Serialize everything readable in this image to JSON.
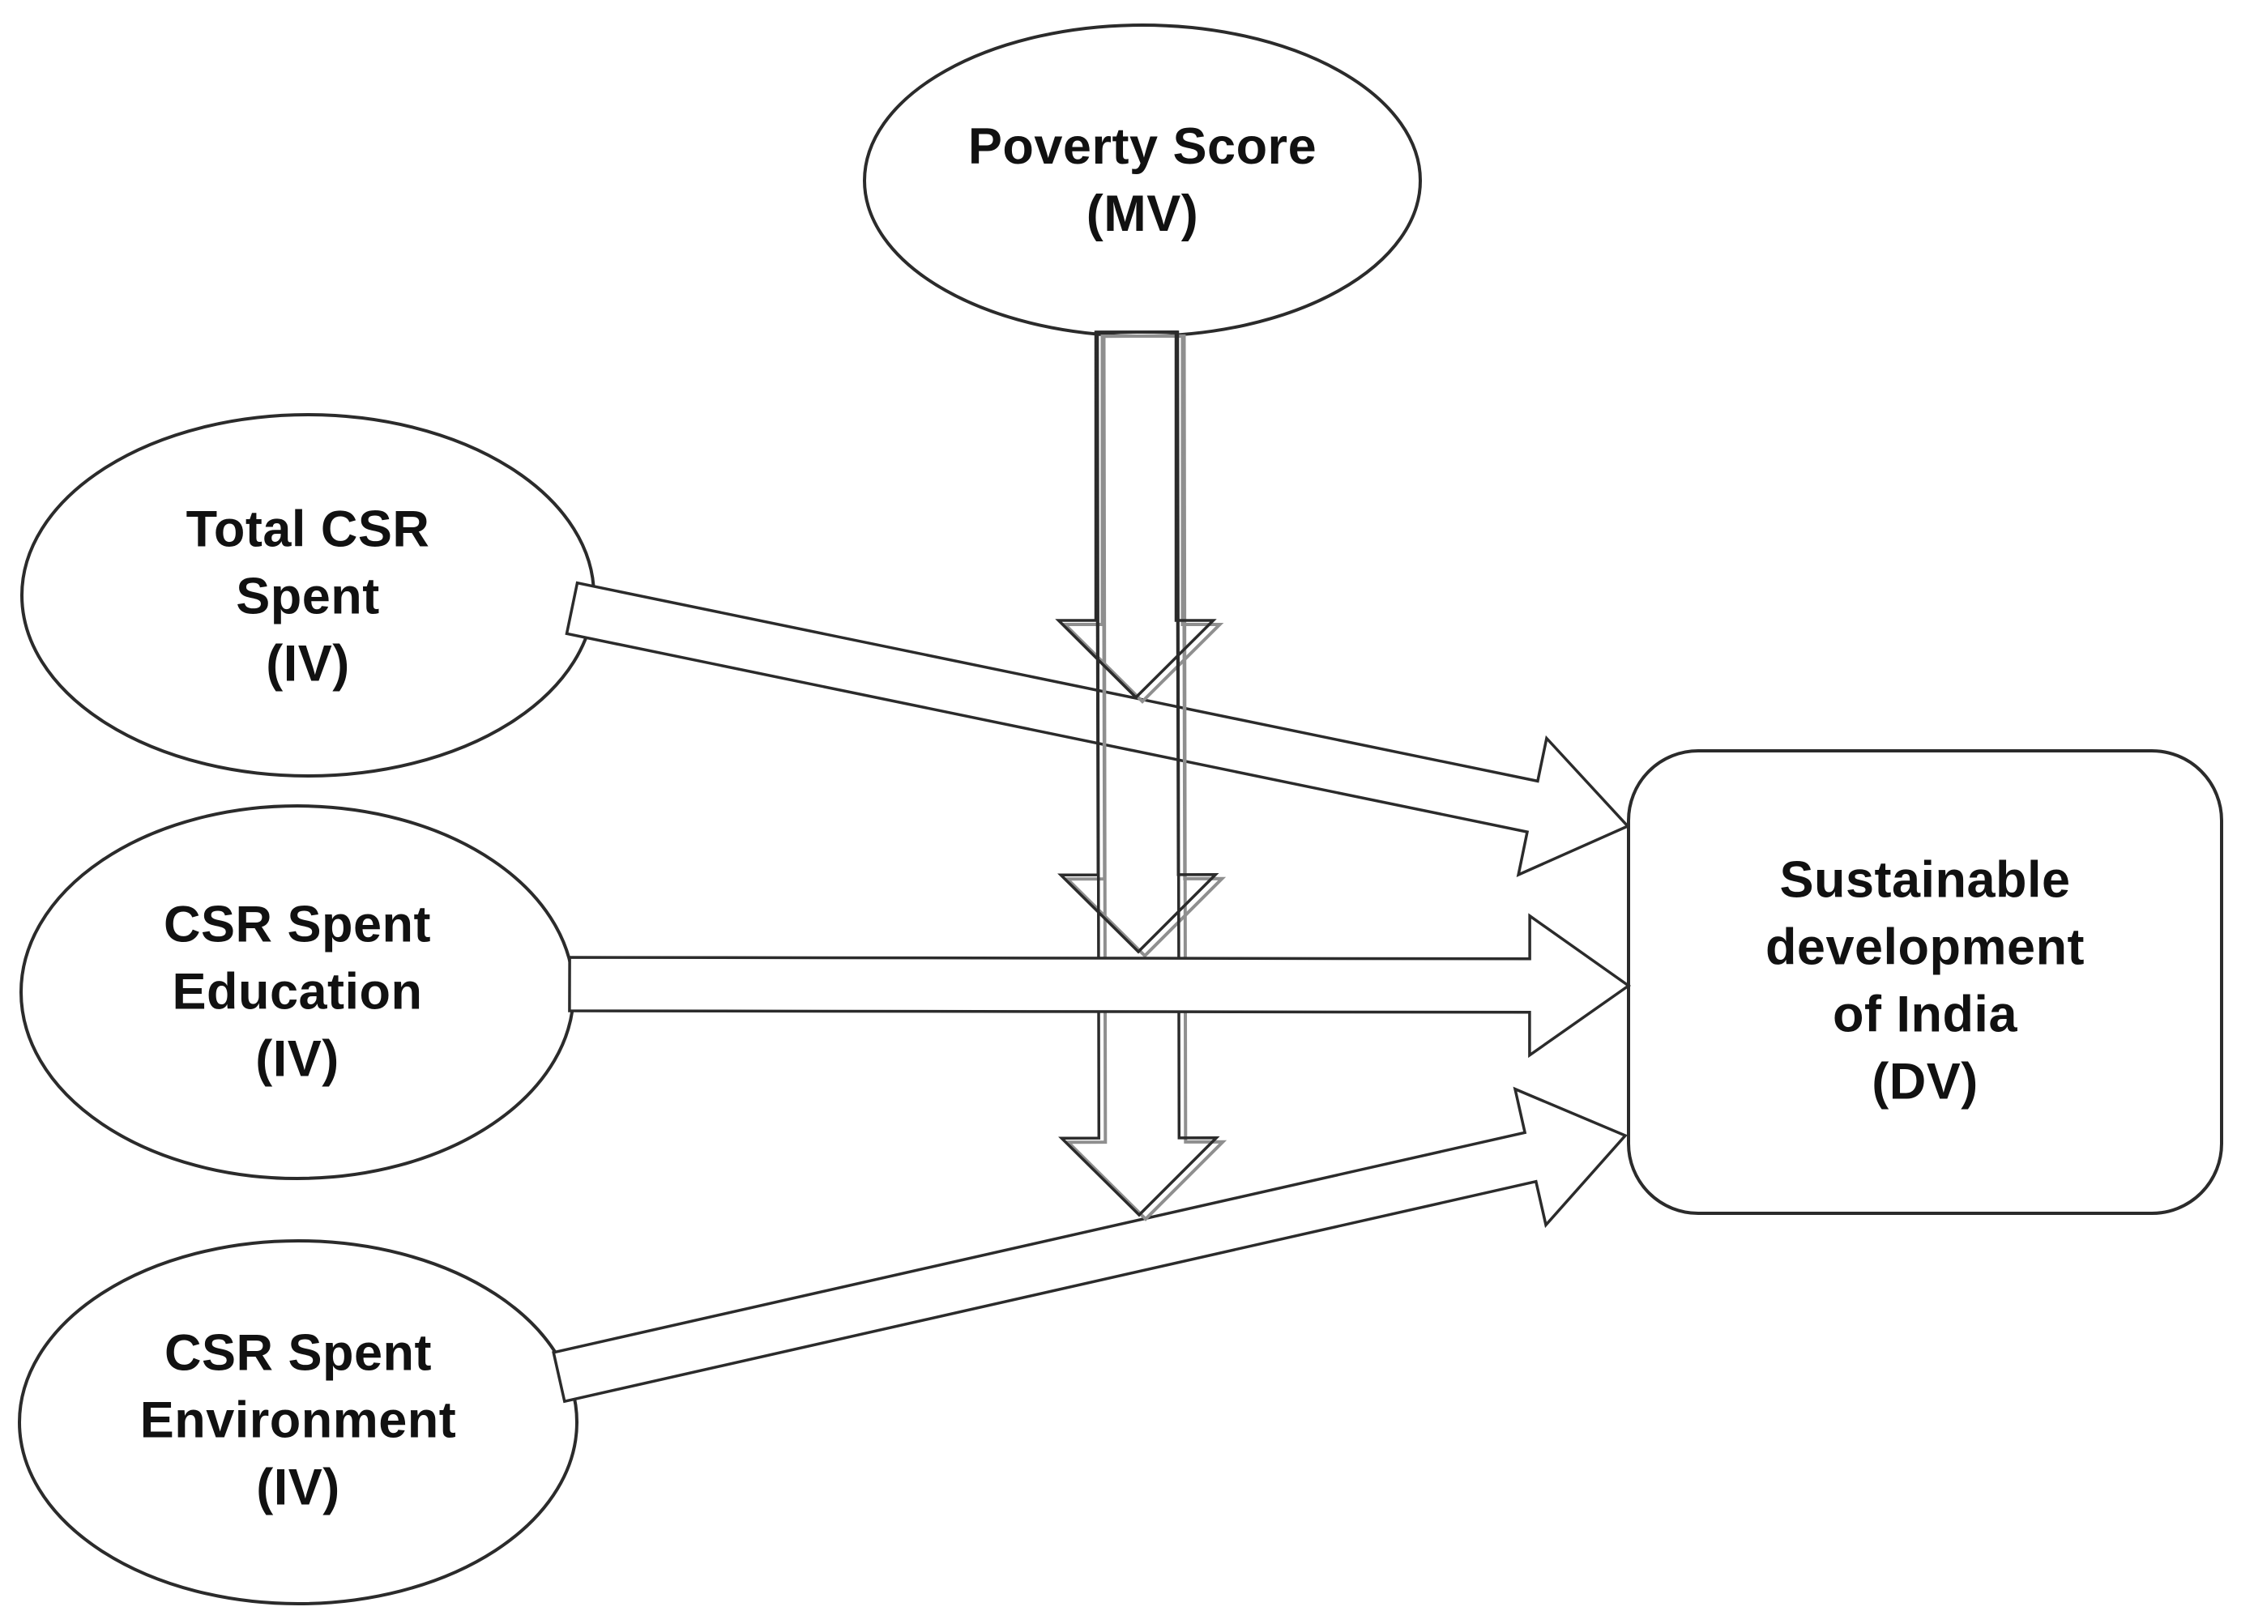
{
  "diagram": {
    "kind": "conceptual research model",
    "colors": {
      "background": "#ffffff",
      "shape_stroke": "#2b2b2b",
      "shape_fill": "#ffffff",
      "shadow": "#8f8f8f",
      "text": "#111111"
    },
    "nodes": [
      {
        "id": "poverty-score",
        "shape": "ellipse",
        "role": "moderating variable",
        "label": "Poverty Score\n(MV)"
      },
      {
        "id": "total-csr-spent",
        "shape": "ellipse",
        "role": "independent variable",
        "label": "Total CSR\nSpent\n(IV)"
      },
      {
        "id": "csr-spent-education",
        "shape": "ellipse",
        "role": "independent variable",
        "label": "CSR Spent\nEducation\n(IV)"
      },
      {
        "id": "csr-spent-environment",
        "shape": "ellipse",
        "role": "independent variable",
        "label": "CSR Spent\nEnvironment\n(IV)"
      },
      {
        "id": "sustainable-development",
        "shape": "rounded-rect",
        "role": "dependent variable",
        "label": "Sustainable\ndevelopment of India\n(DV)"
      }
    ],
    "arrows": [
      {
        "id": "arrow-total-csr-to-dv",
        "from": "total-csr-spent",
        "to": "sustainable-development",
        "type": "direct-effect"
      },
      {
        "id": "arrow-environment-to-dv",
        "from": "csr-spent-environment",
        "to": "sustainable-development",
        "type": "direct-effect"
      },
      {
        "id": "moderation-arrow-1",
        "from": "poverty-score",
        "to": "arrow-total-csr-to-dv",
        "type": "moderation"
      },
      {
        "id": "moderation-arrow-2",
        "from": "poverty-score",
        "to": "arrow-education-to-dv",
        "type": "moderation"
      },
      {
        "id": "moderation-arrow-3",
        "from": "poverty-score",
        "to": "arrow-environment-to-dv",
        "type": "moderation"
      },
      {
        "id": "arrow-education-to-dv",
        "from": "csr-spent-education",
        "to": "sustainable-development",
        "type": "direct-effect"
      }
    ]
  }
}
